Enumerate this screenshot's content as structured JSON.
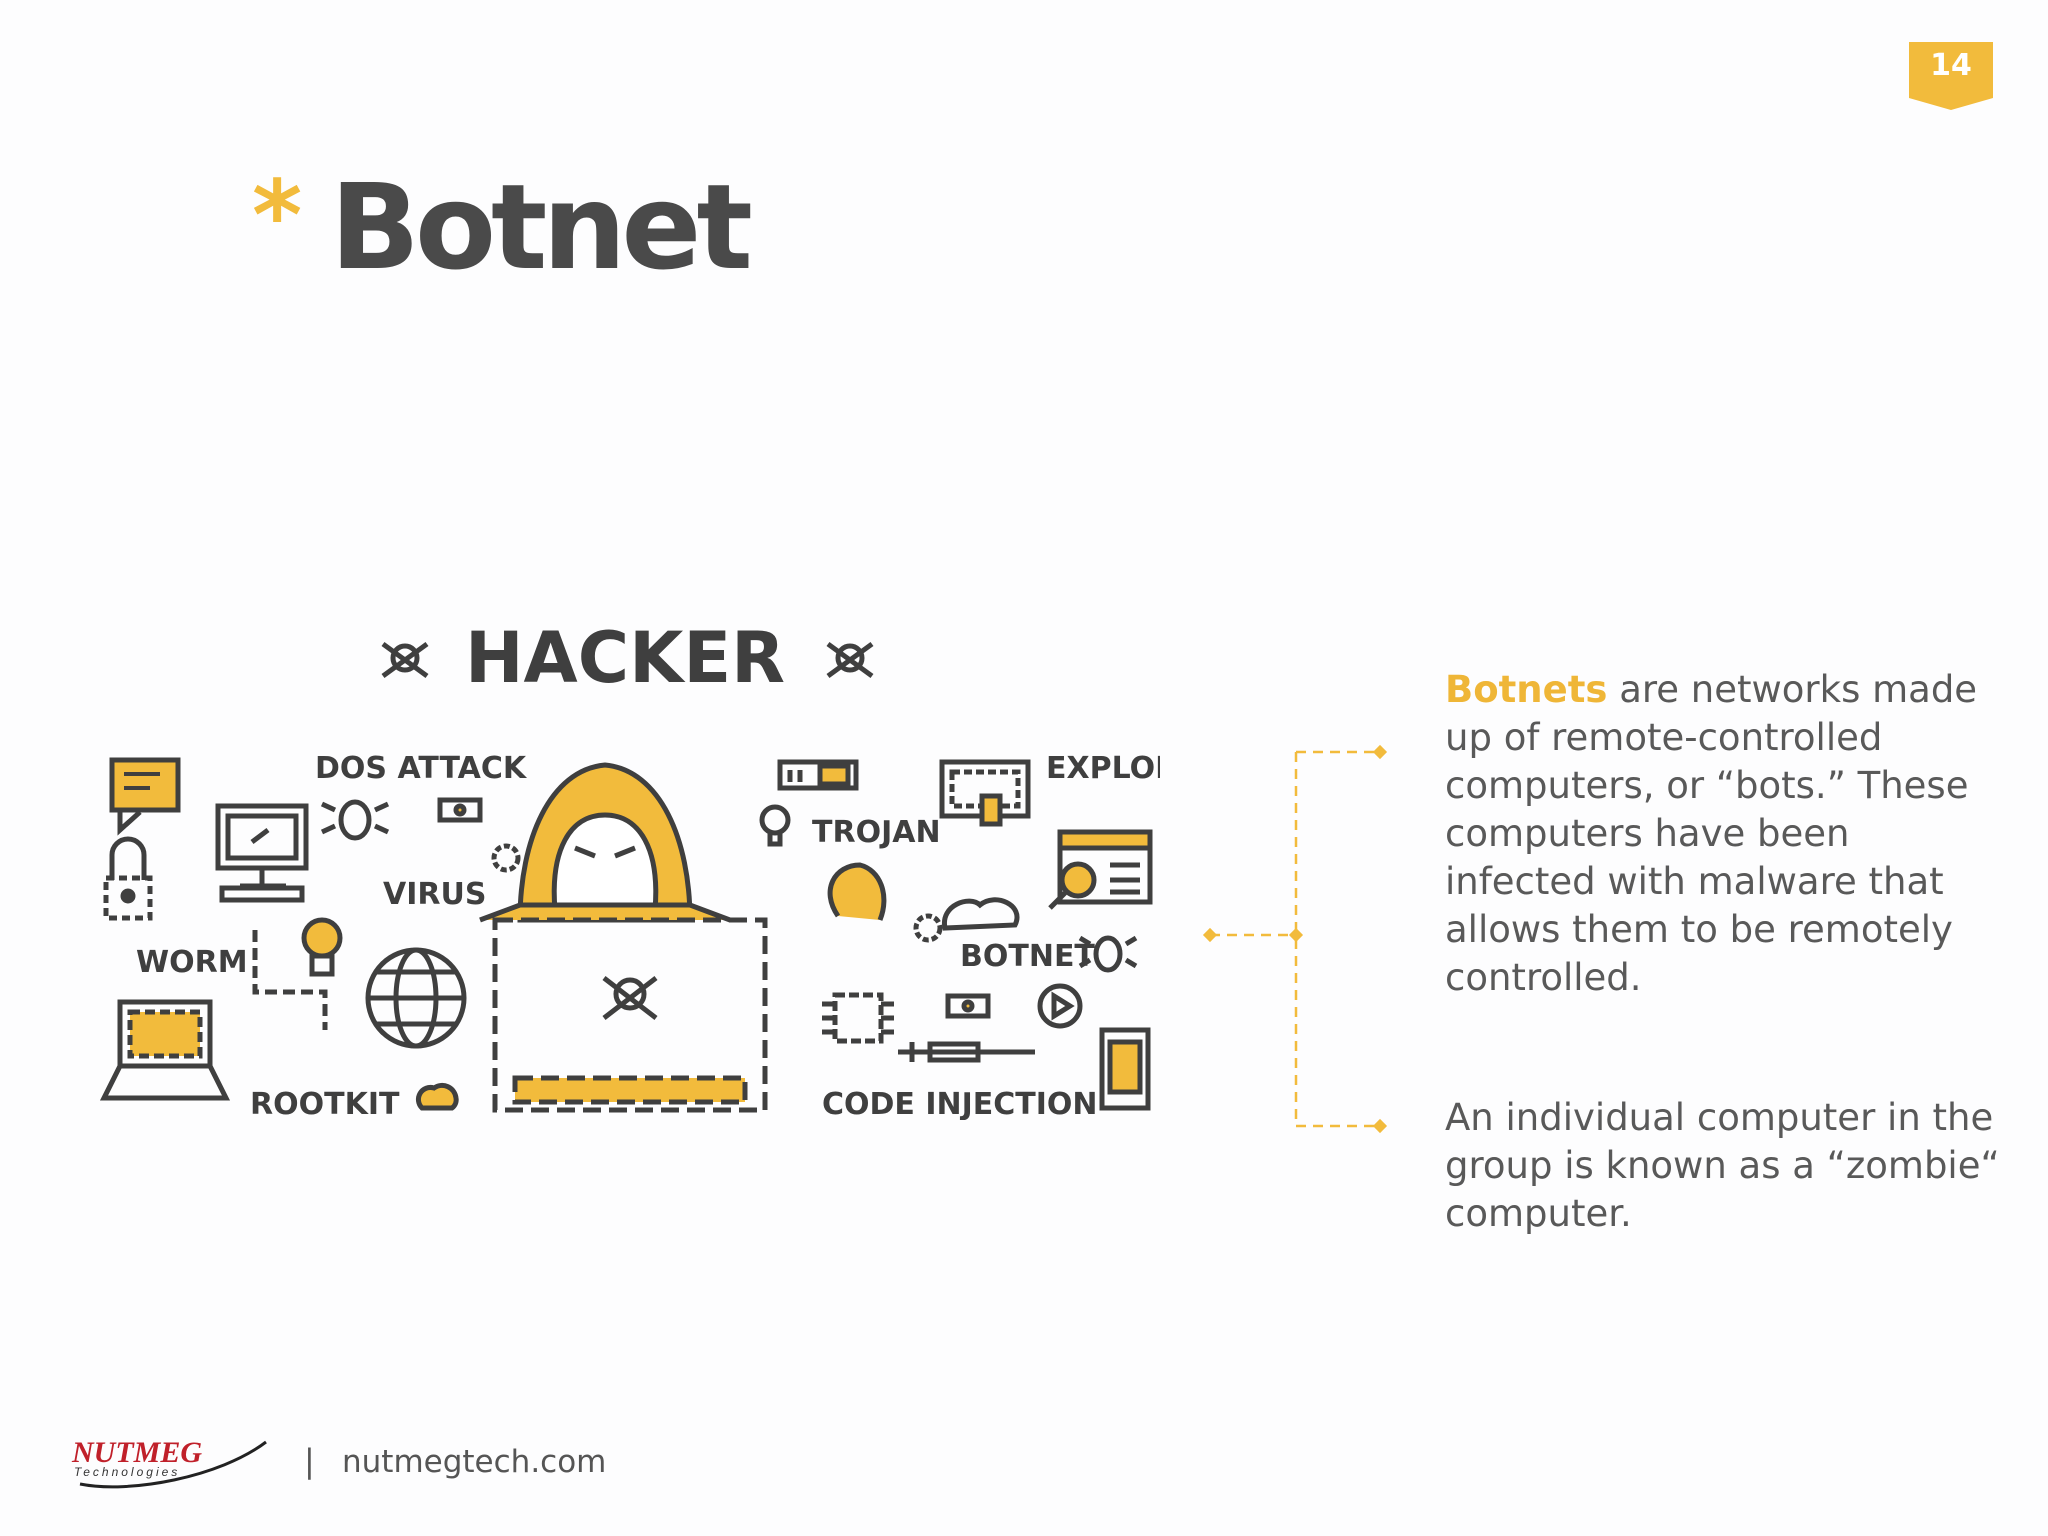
{
  "page": {
    "number": "14",
    "accent": "#f2bb3c"
  },
  "title": {
    "marker": "*",
    "text": "Botnet"
  },
  "illustration": {
    "heading": "HACKER",
    "labels": {
      "dos": "DOS ATTACK",
      "virus": "VIRUS",
      "worm": "WORM",
      "rootkit": "ROOTKIT",
      "trojan": "TROJAN",
      "exploit": "EXPLOIT",
      "botnet": "BOTNET",
      "code_injection": "CODE INJECTION"
    }
  },
  "content": {
    "para1_highlight": "Botnets",
    "para1_rest": " are networks made up of remote-controlled computers, or “bots.” These computers have been infected with malware that allows them to be remotely controlled.",
    "para2": "An individual computer in the group is known as a “zombie“ computer."
  },
  "footer": {
    "logo_text": "NUTMEG",
    "logo_sub": "Technologies",
    "separator": "|",
    "url": "nutmegtech.com"
  }
}
